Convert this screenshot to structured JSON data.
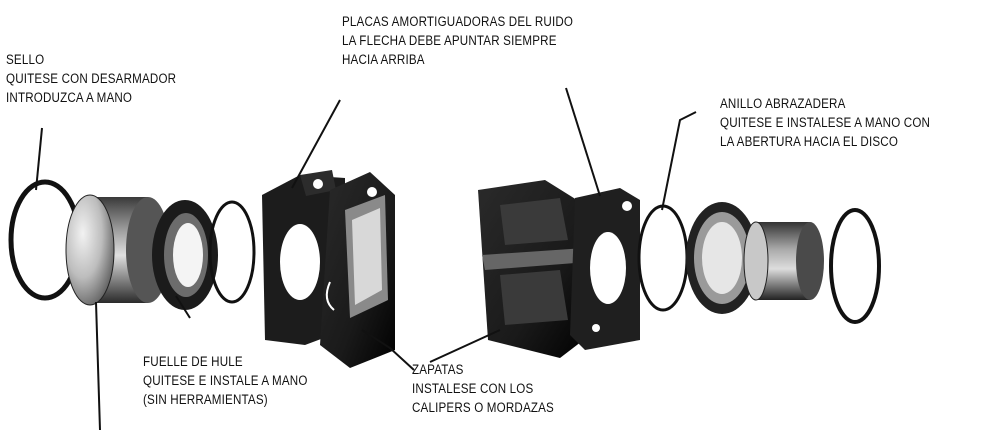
{
  "labels": {
    "seal": {
      "line1": "SELLO",
      "line2": "QUITESE CON DESARMADOR",
      "line3": "INTRODUZCA A MANO"
    },
    "plates": {
      "line1": "PLACAS AMORTIGUADORAS DEL RUIDO",
      "line2": "LA FLECHA DEBE APUNTAR SIEMPRE",
      "line3": "HACIA ARRIBA"
    },
    "ring": {
      "line1": "ANILLO ABRAZADERA",
      "line2": "QUITESE E INSTALESE A MANO CON",
      "line3": "LA ABERTURA HACIA EL DISCO"
    },
    "boot": {
      "line1": "FUELLE DE HULE",
      "line2": "QUITESE E INSTALE A MANO",
      "line3": "(SIN HERRAMIENTAS)"
    },
    "shoes": {
      "line1": "ZAPATAS",
      "line2": "INSTALESE CON LOS",
      "line3": "CALIPERS O MORDAZAS"
    }
  },
  "colors": {
    "ink": "#111111",
    "dark_part": "#1a1a1a",
    "mid_part": "#555555",
    "light_part": "#cfcfcf"
  }
}
